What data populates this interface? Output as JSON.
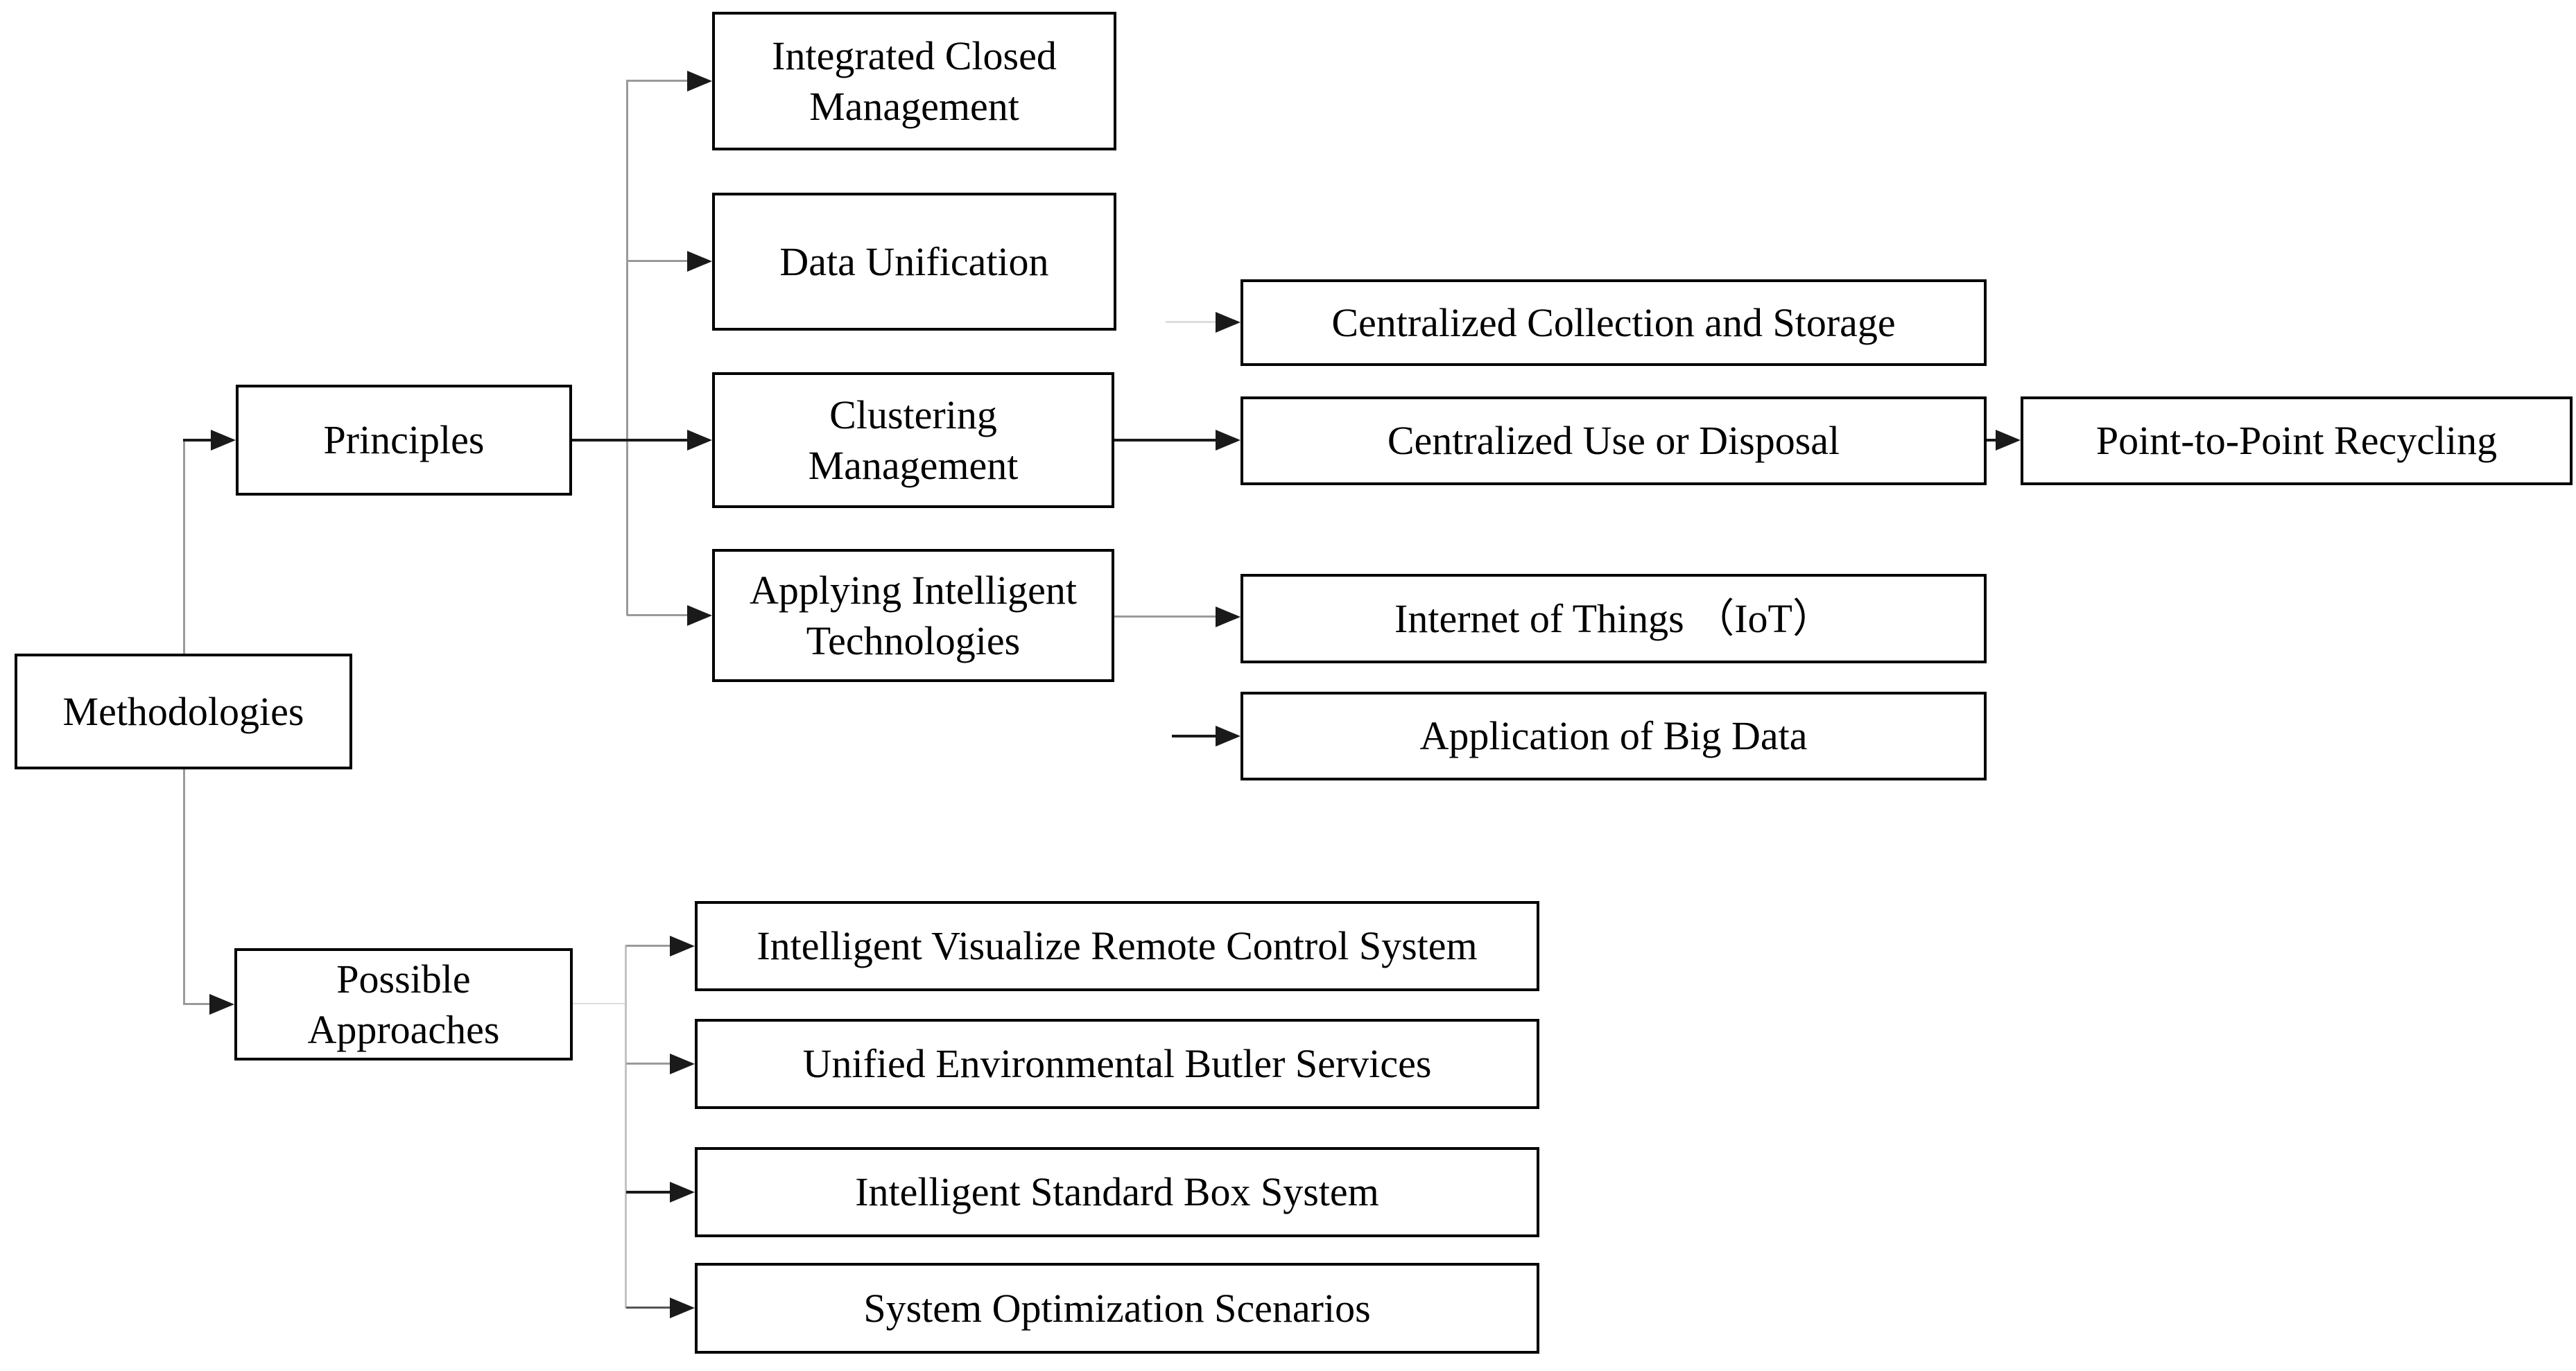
{
  "figure_type": "flowchart",
  "colors": {
    "background": "#ffffff",
    "box_border": "#000000",
    "text": "#000000",
    "connector_black": "#1a1a1a",
    "connector_gray": "#9a9a9a",
    "connector_light": "#c3c3c3",
    "connector_faint": "#dddddd",
    "connector_dark": "#555555"
  },
  "nodes": {
    "methodologies": "Methodologies",
    "principles": "Principles",
    "integrated_closed": "Integrated Closed\nManagement",
    "data_unification": "Data Unification",
    "clustering": "Clustering\nManagement",
    "applying_intelligent": "Applying Intelligent\nTechnologies",
    "collection_storage": "Centralized Collection and Storage",
    "use_disposal": "Centralized Use or Disposal",
    "point_to_point": "Point-to-Point Recycling",
    "iot": "Internet of Things （IoT）",
    "big_data": "Application of Big Data",
    "possible_approaches": "Possible\nApproaches",
    "intelligent_visualize": "Intelligent Visualize Remote Control System",
    "unified_environmental": "Unified Environmental Butler Services",
    "intelligent_standard": "Intelligent Standard Box System",
    "system_optimization": "System Optimization Scenarios"
  },
  "edges": [
    {
      "from": "methodologies",
      "to": "principles"
    },
    {
      "from": "methodologies",
      "to": "possible_approaches"
    },
    {
      "from": "principles",
      "to": "integrated_closed"
    },
    {
      "from": "principles",
      "to": "data_unification"
    },
    {
      "from": "principles",
      "to": "clustering"
    },
    {
      "from": "principles",
      "to": "applying_intelligent"
    },
    {
      "from": "clustering",
      "to": "collection_storage"
    },
    {
      "from": "clustering",
      "to": "use_disposal"
    },
    {
      "from": "use_disposal",
      "to": "point_to_point"
    },
    {
      "from": "applying_intelligent",
      "to": "iot"
    },
    {
      "from": "applying_intelligent",
      "to": "big_data"
    },
    {
      "from": "possible_approaches",
      "to": "intelligent_visualize"
    },
    {
      "from": "possible_approaches",
      "to": "unified_environmental"
    },
    {
      "from": "possible_approaches",
      "to": "intelligent_standard"
    },
    {
      "from": "possible_approaches",
      "to": "system_optimization"
    }
  ]
}
